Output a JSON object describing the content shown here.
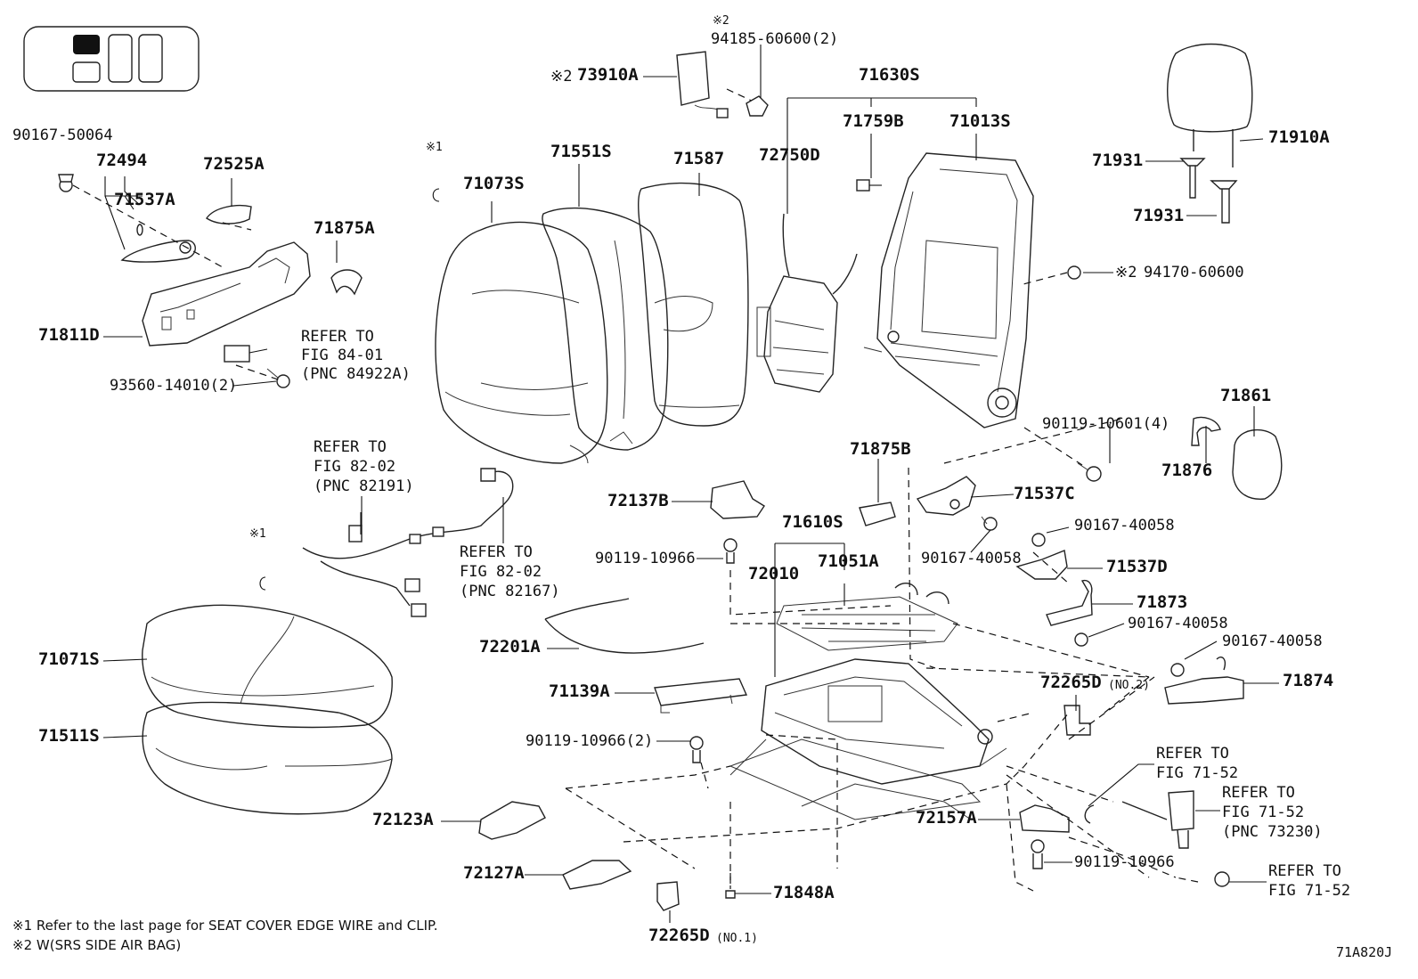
{
  "diagram_code": "71A820J",
  "footnotes": {
    "note1": "※1 Refer to the last page for SEAT COVER EDGE WIRE and CLIP.",
    "note2": "※2 W(SRS SIDE AIR BAG)"
  },
  "part_labels": {
    "p90167_50064": "90167-50064",
    "p72494": "72494",
    "p71537A": "71537A",
    "p72525A": "72525A",
    "p71875A": "71875A",
    "p71811D": "71811D",
    "p93560_14010": "93560-14010(2)",
    "ref_fig84_1": "REFER TO",
    "ref_fig84_2": "FIG 84-01",
    "ref_fig84_3": "(PNC 84922A)",
    "mark1_top": "※1",
    "p71073S": "71073S",
    "p71551S": "71551S",
    "p71587": "71587",
    "mark2_a": "※2",
    "p94185_60600": "94185-60600(2)",
    "mark2_b": "※2",
    "p73910A": "73910A",
    "p71630S": "71630S",
    "p72750D": "72750D",
    "p71759B": "71759B",
    "p71013S": "71013S",
    "p71931_a": "71931",
    "p71931_b": "71931",
    "p71910A": "71910A",
    "mark2_c": "※2",
    "p94170_60600": "94170-60600",
    "p90119_10601": "90119-10601(4)",
    "p71861": "71861",
    "p71876": "71876",
    "ref_fig82a_1": "REFER TO",
    "ref_fig82a_2": "FIG 82-02",
    "ref_fig82a_3": "(PNC 82191)",
    "ref_fig82b_1": "REFER TO",
    "ref_fig82b_2": "FIG 82-02",
    "ref_fig82b_3": "(PNC 82167)",
    "mark1_bottom": "※1",
    "p71071S": "71071S",
    "p71511S": "71511S",
    "p72201A": "72201A",
    "p71139A": "71139A",
    "p90119_10966_2": "90119-10966(2)",
    "p72137B": "72137B",
    "p90119_10966_a": "90119-10966",
    "p71875B": "71875B",
    "p71610S": "71610S",
    "p72010": "72010",
    "p71051A": "71051A",
    "p71537C": "71537C",
    "p90167_40058_a": "90167-40058",
    "p90167_40058_b": "90167-40058",
    "p71537D": "71537D",
    "p71873": "71873",
    "p90167_40058_c": "90167-40058",
    "p90167_40058_d": "90167-40058",
    "p71874": "71874",
    "p72265D_no2": "72265D",
    "no2": "(NO.2)",
    "ref_fig71a_1": "REFER TO",
    "ref_fig71a_2": "FIG 71-52",
    "ref_fig71b_1": "REFER TO",
    "ref_fig71b_2": "FIG 71-52",
    "ref_fig71b_3": "(PNC 73230)",
    "p72157A": "72157A",
    "p90119_10966_b": "90119-10966",
    "ref_fig71c_1": "REFER TO",
    "ref_fig71c_2": "FIG 71-52",
    "p72123A": "72123A",
    "p72127A": "72127A",
    "p72265D_no1": "72265D",
    "no1": "(NO.1)",
    "p71848A": "71848A"
  }
}
